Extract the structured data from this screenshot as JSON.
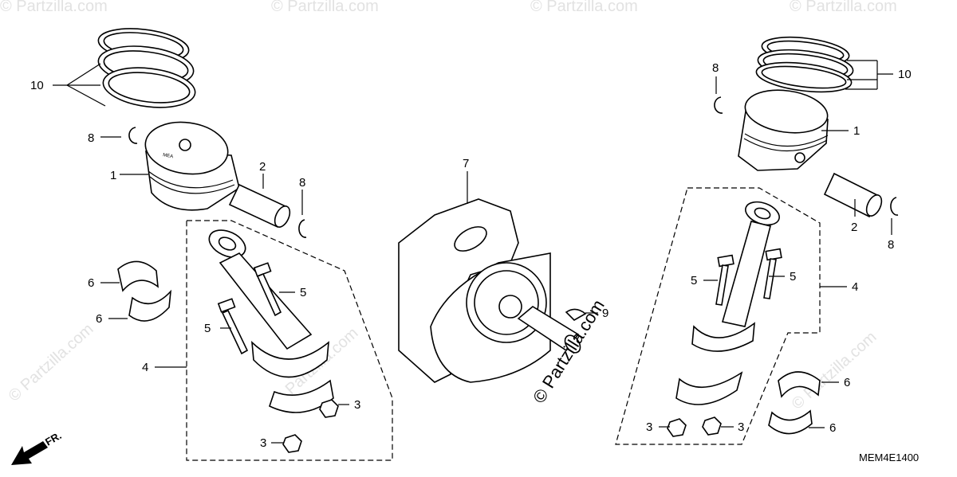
{
  "diagram": {
    "code": "MEM4E1400",
    "direction_label": "FR.",
    "watermark": "© Partzilla.com",
    "callouts": {
      "piston": "1",
      "piston_pin": "2",
      "nut": "3",
      "connecting_rod": "4",
      "bolt": "5",
      "bearing": "6",
      "crankshaft": "7",
      "clip": "8",
      "key": "9",
      "ring_set": "10"
    }
  }
}
